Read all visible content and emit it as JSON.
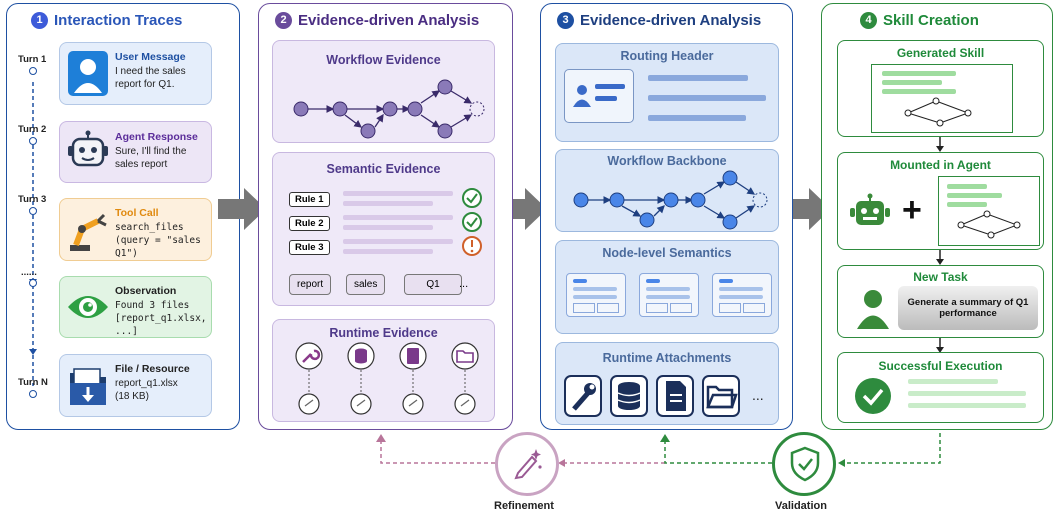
{
  "panels": {
    "p1": {
      "num": "1",
      "title": "Interaction Traces"
    },
    "p2": {
      "num": "2",
      "title": "Evidence-driven Analysis"
    },
    "p3": {
      "num": "3",
      "title": "Evidence-driven Analysis"
    },
    "p4": {
      "num": "4",
      "title": "Skill Creation"
    }
  },
  "turns": [
    "Turn 1",
    "Turn 2",
    "Turn 3",
    "......",
    "Turn N"
  ],
  "traces": [
    {
      "title": "User Message",
      "lines": [
        "I need the sales",
        "report for Q1."
      ]
    },
    {
      "title": "Agent Response",
      "lines": [
        "Sure, I'll find the",
        "sales report"
      ]
    },
    {
      "title": "Tool Call",
      "lines": [
        "search_files",
        "(query = \"sales Q1\")"
      ]
    },
    {
      "title": "Observation",
      "lines": [
        "Found 3 files",
        "[report_q1.xlsx, ...]"
      ]
    },
    {
      "title": "File / Resource",
      "lines": [
        "report_q1.xlsx",
        "(18 KB)"
      ]
    }
  ],
  "evidence": {
    "workflow": "Workflow Evidence",
    "semantic": "Semantic Evidence",
    "runtime": "Runtime Evidence",
    "rules": [
      "Rule 1",
      "Rule 2",
      "Rule 3"
    ],
    "chips": [
      "report",
      "sales",
      "Q1",
      "..."
    ]
  },
  "analysis": {
    "routing": "Routing Header",
    "backbone": "Workflow Backbone",
    "node": "Node-level Semantics",
    "attach": "Runtime Attachments",
    "ellipsis": "..."
  },
  "skill": {
    "generated": "Generated Skill",
    "mounted": "Mounted in Agent",
    "newtask": "New Task",
    "task_text": "Generate a summary of Q1 performance",
    "success": "Successful Execution"
  },
  "bottom": {
    "refinement": "Refinement",
    "validation": "Validation"
  },
  "colors": {
    "blue": "#1e50a2",
    "purple": "#6a4c9c",
    "green": "#2e8b3e",
    "pink": "#b8759a",
    "gray_arrow": "#777777"
  }
}
